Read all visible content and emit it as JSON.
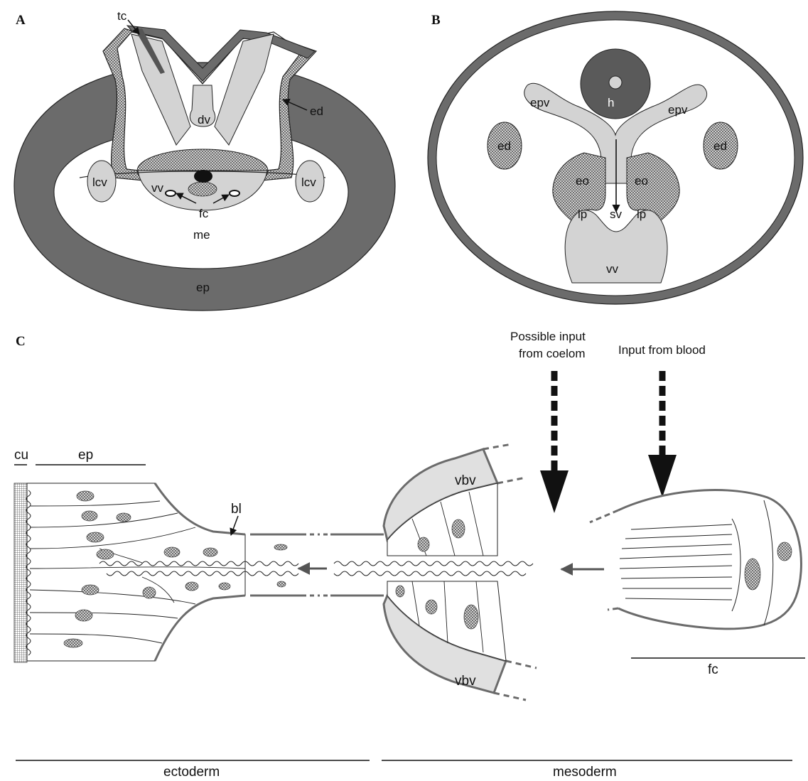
{
  "panels": {
    "a": {
      "letter": "A",
      "labels": {
        "tc": "tc",
        "ed": "ed",
        "dv": "dv",
        "lcv_left": "lcv",
        "lcv_right": "lcv",
        "vv": "vv",
        "fc": "fc",
        "me": "me",
        "ep": "ep"
      }
    },
    "b": {
      "letter": "B",
      "labels": {
        "h": "h",
        "epv_left": "epv",
        "epv_right": "epv",
        "ed_left": "ed",
        "ed_right": "ed",
        "eo_left": "eo",
        "eo_right": "eo",
        "lp_left": "lp",
        "lp_right": "lp",
        "sv": "sv",
        "vv": "vv"
      }
    },
    "c": {
      "letter": "C",
      "labels": {
        "cu": "cu",
        "ep": "ep",
        "bl": "bl",
        "vbv_top": "vbv",
        "vbv_bottom": "vbv",
        "fc": "fc",
        "input_coelom_line1": "Possible input",
        "input_coelom_line2": "from coelom",
        "input_blood": "Input from blood",
        "ectoderm": "ectoderm",
        "mesoderm": "mesoderm"
      }
    }
  },
  "colors": {
    "dark_tissue": "#6b6b6b",
    "heart": "#5a5a5a",
    "vessel_fill": "#d3d3d3",
    "stipple": "#a8a8a8",
    "line": "#222222"
  }
}
